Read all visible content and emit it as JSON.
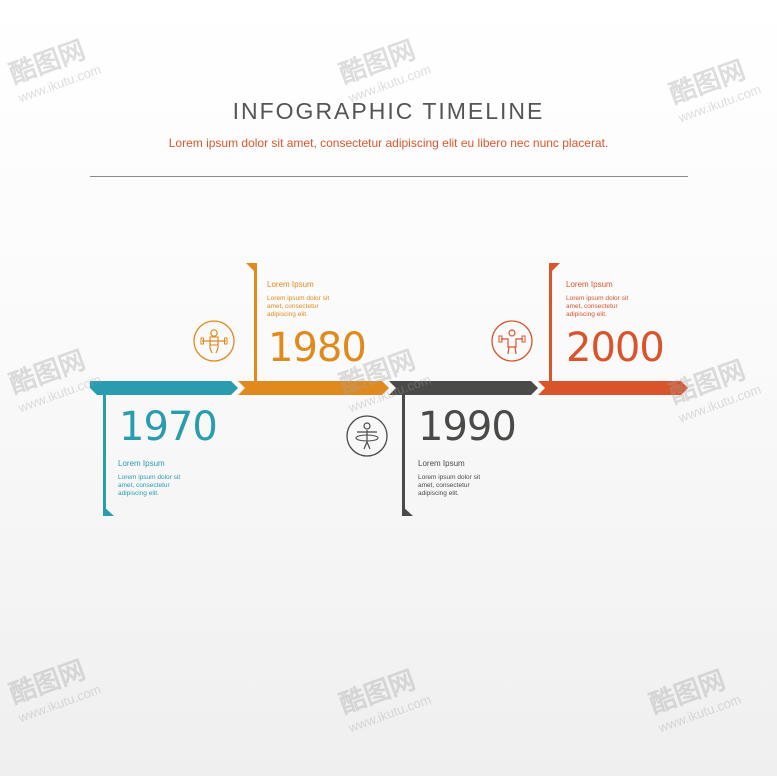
{
  "header": {
    "title": "INFOGRAPHIC TIMELINE",
    "subtitle": "Lorem ipsum dolor sit amet, consectetur adipiscing elit eu libero nec nunc placerat."
  },
  "milestones": [
    {
      "year": "1970",
      "label": "Lorem Ipsum",
      "body": "Lorem ipsum dolor sit amet, consectetur adipiscing elit.",
      "color": "#2a9cb0"
    },
    {
      "year": "1980",
      "label": "Lorem Ipsum",
      "body": "Lorem ipsum dolor sit amet, consectetur adipiscing elit.",
      "color": "#e08a1e",
      "icon": "weightlifter-icon"
    },
    {
      "year": "1990",
      "label": "Lorem Ipsum",
      "body": "Lorem ipsum dolor sit amet, consectetur adipiscing elit.",
      "color": "#4a4a48",
      "icon": "hula-hoop-person-icon"
    },
    {
      "year": "2000",
      "label": "Lorem Ipsum",
      "body": "Lorem ipsum dolor sit amet, consectetur adipiscing elit.",
      "color": "#d9542b",
      "icon": "dumbbell-person-icon"
    }
  ],
  "watermark": {
    "brand": "酷图网",
    "url": "www.ikutu.com"
  }
}
